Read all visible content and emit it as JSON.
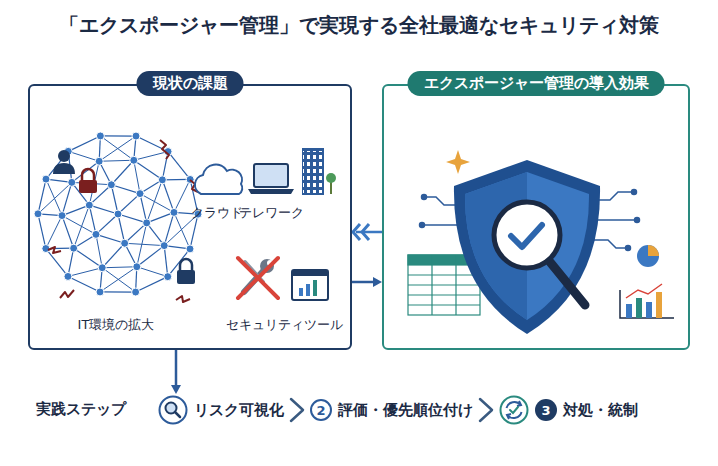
{
  "diagram": {
    "title": "「エクスポージャー管理」で実現する全社最適なセキュリティ対策",
    "nodes": [
      {
        "text": [
          "現状の課題"
        ]
      },
      {
        "text": [
          "エクスポージャー管理の導入効果"
        ]
      },
      {
        "text": [
          "リスク可視化"
        ]
      },
      {
        "text": [
          "2",
          "評価・優先順位付け"
        ]
      },
      {
        "text": [
          "3",
          "対処・統制"
        ]
      }
    ],
    "edges": [
      {
        "from": 1,
        "to": 0,
        "arrow": "to"
      },
      {
        "from": 0,
        "to": 1,
        "arrow": "to"
      },
      {
        "from": 0,
        "to": 2,
        "arrow": "to"
      },
      {
        "from": 2,
        "to": 3,
        "arrow": "to"
      },
      {
        "from": 3,
        "to": 4,
        "arrow": "to"
      }
    ],
    "labels": [
      "クラウド",
      "テレワーク",
      "IT環境の拡大",
      "セキュリティツール",
      "実践ステップ"
    ]
  }
}
